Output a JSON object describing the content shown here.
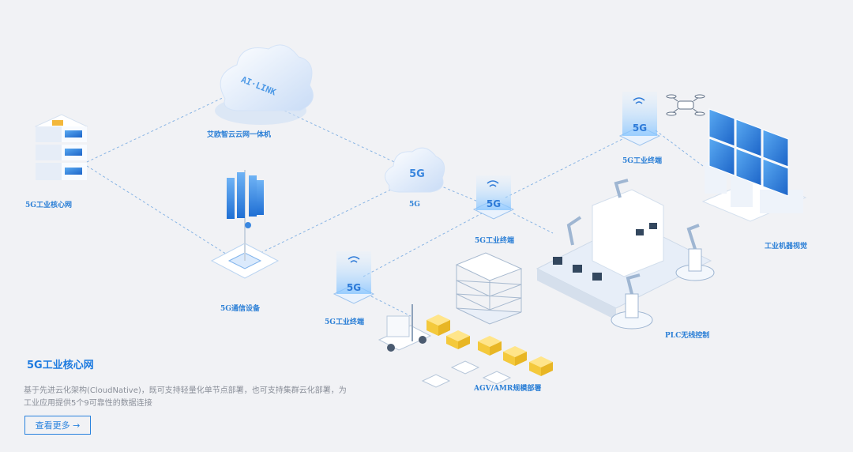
{
  "nodes": {
    "cloud_label": "艾欧智云云网一体机",
    "cloud_logo": "AI·LINK",
    "core_network_label": "5G工业核心网",
    "station_label": "5G通信设备",
    "hub_label": "5G",
    "hub_badge": "5G",
    "terminal_mid_label": "5G工业终端",
    "terminal_top_label": "5G工业终端",
    "terminal_left_label": "5G工业终端",
    "terminal_badge": "5G",
    "vision_label": "工业机器视觉",
    "plc_label": "PLC无线控制",
    "agv_label": "AGV/AMR规模部署"
  },
  "panel": {
    "title": "5G工业核心网",
    "description": "基于先进云化架构(CloudNative)，既可支持轻量化单节点部署，也可支持集群云化部署，为工业应用提供5个9可靠性的数据连接",
    "button_label": "查看更多 →"
  },
  "icons": [
    "server-stack-icon",
    "cloud-icon",
    "base-station-icon",
    "5g-cloud-icon",
    "5g-terminal-icon",
    "robot-arm-icon",
    "monitor-wall-icon",
    "drone-icon",
    "forklift-icon",
    "cargo-box-icon",
    "shelf-icon",
    "agv-robot-icon"
  ],
  "colors": {
    "accent": "#2b7fd6",
    "line": "#7fb0e6",
    "background": "#f1f2f5"
  }
}
